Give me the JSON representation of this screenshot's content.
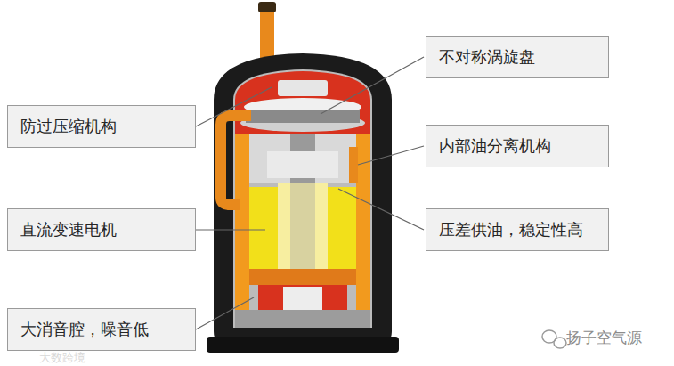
{
  "diagram": {
    "nodes": [
      {
        "text": [
          "不对称涡旋盘"
        ]
      },
      {
        "text": [
          "防过压缩机构"
        ]
      },
      {
        "text": [
          "内部油分离机构"
        ]
      },
      {
        "text": [
          "直流变速电机"
        ]
      },
      {
        "text": [
          "压差供油，稳定性高"
        ]
      },
      {
        "text": [
          "大消音腔，噪音低"
        ]
      }
    ],
    "labels": [
      "扬子空气源",
      "大数跨境"
    ]
  }
}
